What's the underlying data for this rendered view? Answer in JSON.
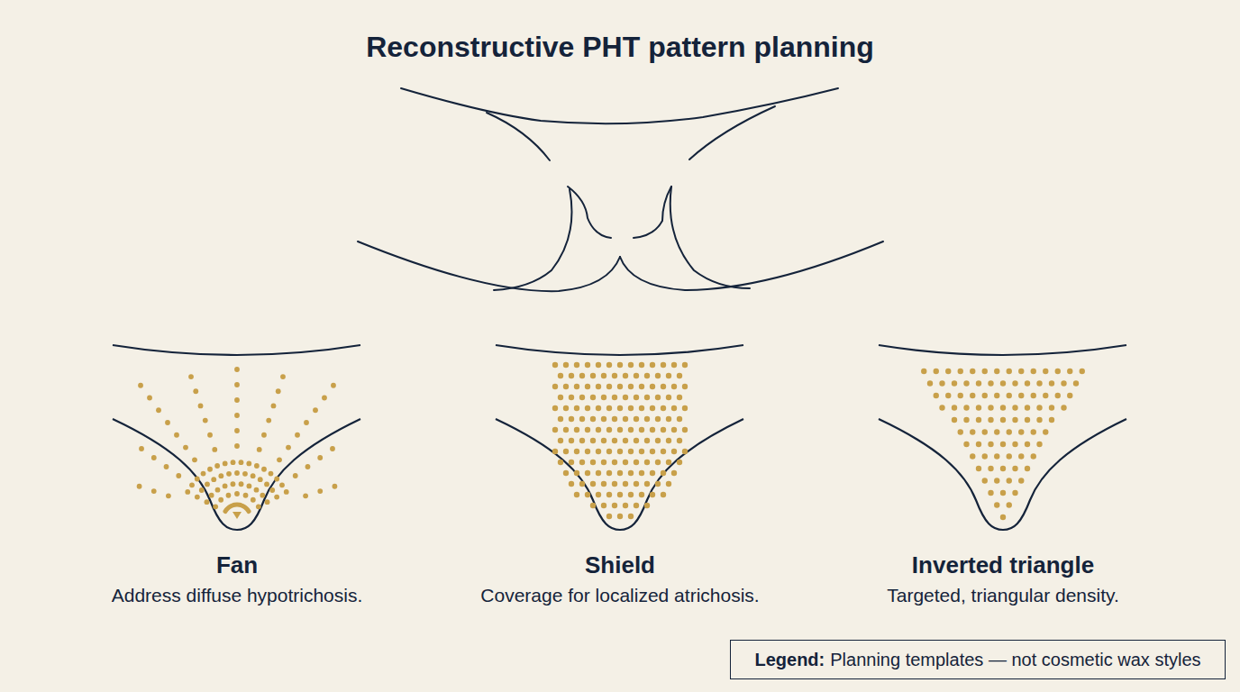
{
  "diagram": {
    "title": "Reconstructive PHT pattern planning",
    "nodes": [
      {
        "text": [
          "Fan",
          "Address diffuse hypotrichosis."
        ]
      },
      {
        "text": [
          "Shield",
          "Coverage for localized atrichosis."
        ]
      },
      {
        "text": [
          "Inverted triangle",
          "Targeted, triangular density."
        ]
      },
      {
        "text": [
          "Legend:",
          "Planning templates — not cosmetic wax styles"
        ]
      }
    ]
  }
}
